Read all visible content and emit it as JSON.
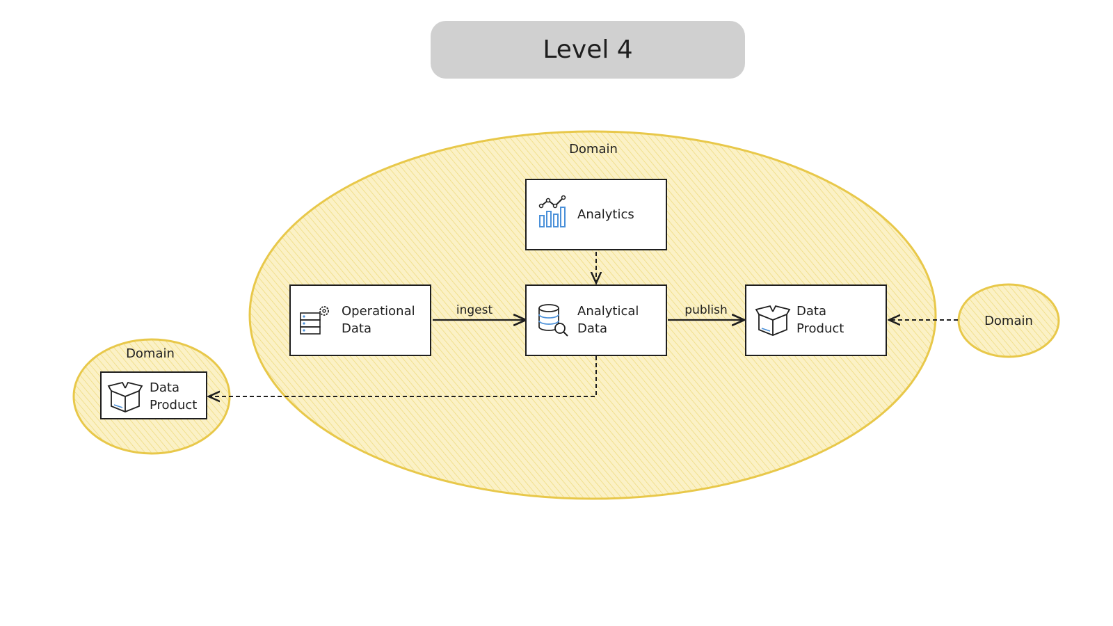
{
  "title": "Level 4",
  "colors": {
    "domain_stroke": "#e8c84a",
    "domain_fill": "#fbf1c6",
    "hatch": "#eed977",
    "box_stroke": "#1e1e1e",
    "icon_blue": "#4a90d9"
  },
  "domains": {
    "main": {
      "label": "Domain"
    },
    "left": {
      "label": "Domain"
    },
    "right": {
      "label": "Domain"
    }
  },
  "nodes": {
    "analytics": {
      "label": "Analytics",
      "icon": "analytics-chart-icon"
    },
    "operational": {
      "line1": "Operational",
      "line2": "Data",
      "icon": "database-gear-icon"
    },
    "analytical": {
      "line1": "Analytical",
      "line2": "Data",
      "icon": "database-search-icon"
    },
    "product_main": {
      "line1": "Data",
      "line2": "Product",
      "icon": "open-box-icon"
    },
    "product_left": {
      "line1": "Data",
      "line2": "Product",
      "icon": "open-box-icon"
    }
  },
  "edges": {
    "ingest": {
      "label": "ingest"
    },
    "publish": {
      "label": "publish"
    }
  }
}
